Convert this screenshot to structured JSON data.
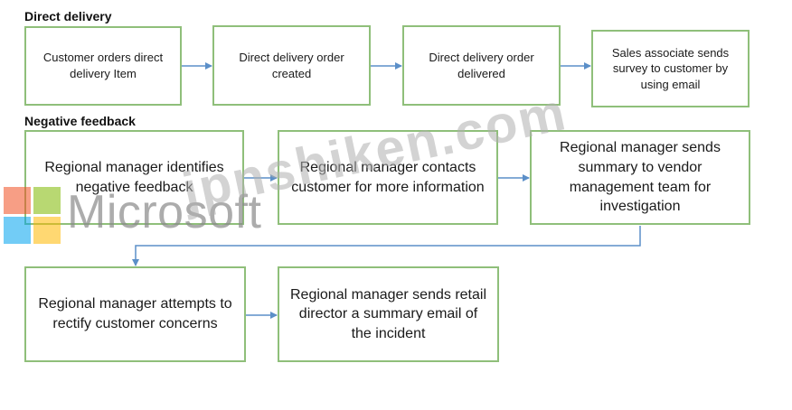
{
  "sections": {
    "direct_delivery": {
      "label": "Direct delivery",
      "steps": [
        "Customer orders direct delivery Item",
        "Direct delivery order created",
        "Direct delivery order delivered",
        "Sales associate sends survey to customer by using email"
      ]
    },
    "negative_feedback": {
      "label": "Negative feedback",
      "steps": [
        "Regional manager identifies negative feedback",
        "Regional manager contacts customer for more information",
        "Regional manager sends summary to vendor management team for investigation",
        "Regional manager attempts to rectify customer concerns",
        "Regional manager sends retail director a summary email of the incident"
      ]
    }
  },
  "watermarks": {
    "microsoft": "Microsoft",
    "site": "jpnshiken.com"
  },
  "colors": {
    "box_border": "#8fbf7a",
    "arrow": "#5b8fc8",
    "logo_red": "#f25022",
    "logo_green": "#7fba00",
    "logo_blue": "#00a4ef",
    "logo_yellow": "#ffb900"
  }
}
